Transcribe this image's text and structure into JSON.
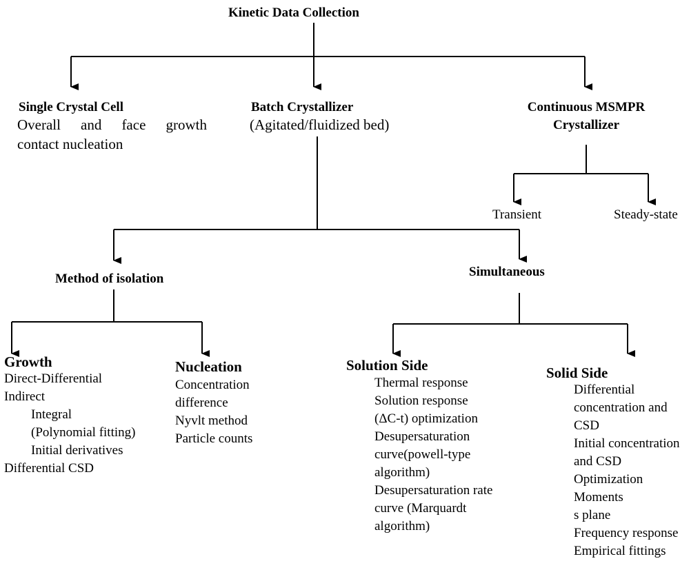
{
  "root": "Kinetic Data Collection",
  "single_cell": {
    "title": "Single Crystal Cell",
    "line1_words": [
      "Overall",
      "and",
      "face",
      "growth"
    ],
    "line2": "contact nucleation"
  },
  "batch": {
    "title": "Batch Crystallizer",
    "subtitle": "(Agitated/fluidized bed)"
  },
  "msmpr": {
    "title_line1": "Continuous MSMPR",
    "title_line2": "Crystallizer",
    "transient": "Transient",
    "steady_state": "Steady-state"
  },
  "isolation": {
    "title": "Method of isolation",
    "growth": {
      "title": "Growth",
      "direct": "Direct-Differential",
      "indirect": "Indirect",
      "integral": "Integral",
      "polynomial": "(Polynomial fitting)",
      "initial_derivatives": "Initial derivatives",
      "differential_csd": "Differential CSD"
    },
    "nucleation": {
      "title": "Nucleation",
      "items": [
        "Concentration",
        "difference",
        "Nyvlt method",
        "Particle counts"
      ]
    }
  },
  "simultaneous": {
    "title": "Simultaneous",
    "solution": {
      "title": "Solution Side",
      "items": [
        "Thermal response",
        "Solution response",
        "(ΔC-t) optimization",
        "Desupersaturation",
        "curve(powell-type",
        "algorithm)",
        "Desupersaturation rate",
        "curve (Marquardt",
        "algorithm)"
      ]
    },
    "solid": {
      "title": "Solid Side",
      "items": [
        "Differential",
        "concentration and",
        "CSD",
        "Initial concentration",
        "and CSD",
        "Optimization",
        "Moments",
        "s plane",
        "Frequency response",
        "Empirical fittings"
      ]
    }
  }
}
